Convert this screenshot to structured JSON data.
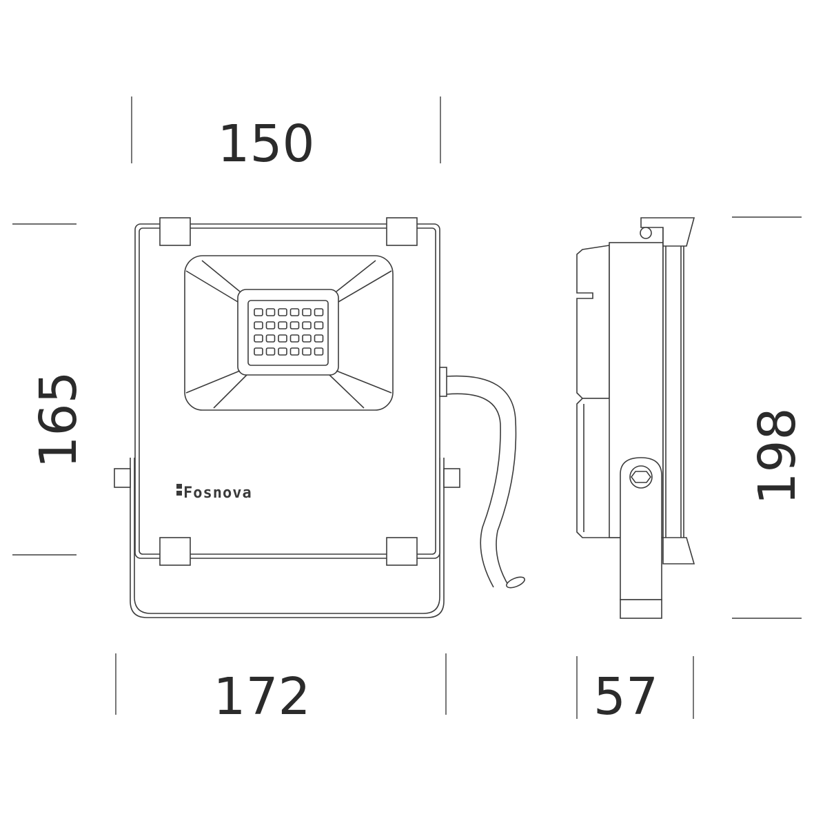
{
  "dimensions": {
    "top_width": "150",
    "bottom_width": "172",
    "left_height": "165",
    "right_height": "198",
    "side_depth": "57"
  },
  "brand": {
    "logo_text": "Fosnova"
  },
  "colors": {
    "line": "#3b3b3b",
    "text": "#2b2b2b",
    "background": "#ffffff"
  }
}
